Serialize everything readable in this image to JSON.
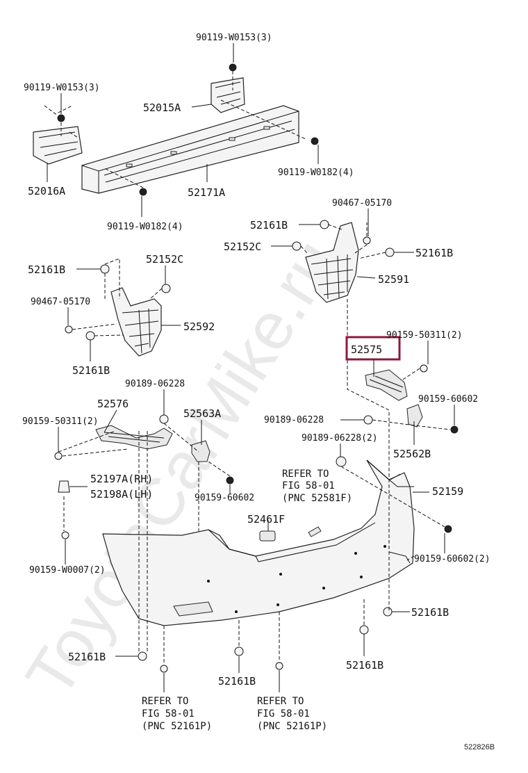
{
  "watermark": "ToyotaCarMike.ru",
  "diagram_id": "522826B",
  "highlight_color": "#8b1a3b",
  "labels": {
    "l01": "90119-W0153(3)",
    "l02": "90119-W0153(3)",
    "l03": "52015A",
    "l04": "52016A",
    "l05": "52171A",
    "l06": "90119-W0182(4)",
    "l07": "90119-W0182(4)",
    "l08": "90467-05170",
    "l09": "52161B",
    "l10": "52152C",
    "l11": "52161B",
    "l12": "52591",
    "l13": "52161B",
    "l14": "52152C",
    "l15": "90467-05170",
    "l16": "52592",
    "l17": "52161B",
    "l18": "90159-50311(2)",
    "l19": "52575",
    "l20": "90189-06228",
    "l21": "52576",
    "l22": "52563A",
    "l23": "90159-50311(2)",
    "l24": "90159-60602",
    "l25": "90189-06228",
    "l26": "90189-06228(2)",
    "l27": "52562B",
    "l28": "52197A(RH)",
    "l29": "52198A(LH)",
    "l30": "90159-60602",
    "l31": "52159",
    "l32": "52461F",
    "l33": "90159-W0007(2)",
    "l34": "90159-60602(2)",
    "l35": "52161B",
    "l36": "52161B",
    "l37": "52161B",
    "l38": "52161B"
  },
  "references": {
    "r1": [
      "REFER TO",
      "FIG 58-01",
      "(PNC 52581F)"
    ],
    "r2": [
      "REFER TO",
      "FIG 58-01",
      "(PNC 52161P)"
    ],
    "r3": [
      "REFER TO",
      "FIG 58-01",
      "(PNC 52161P)"
    ]
  }
}
